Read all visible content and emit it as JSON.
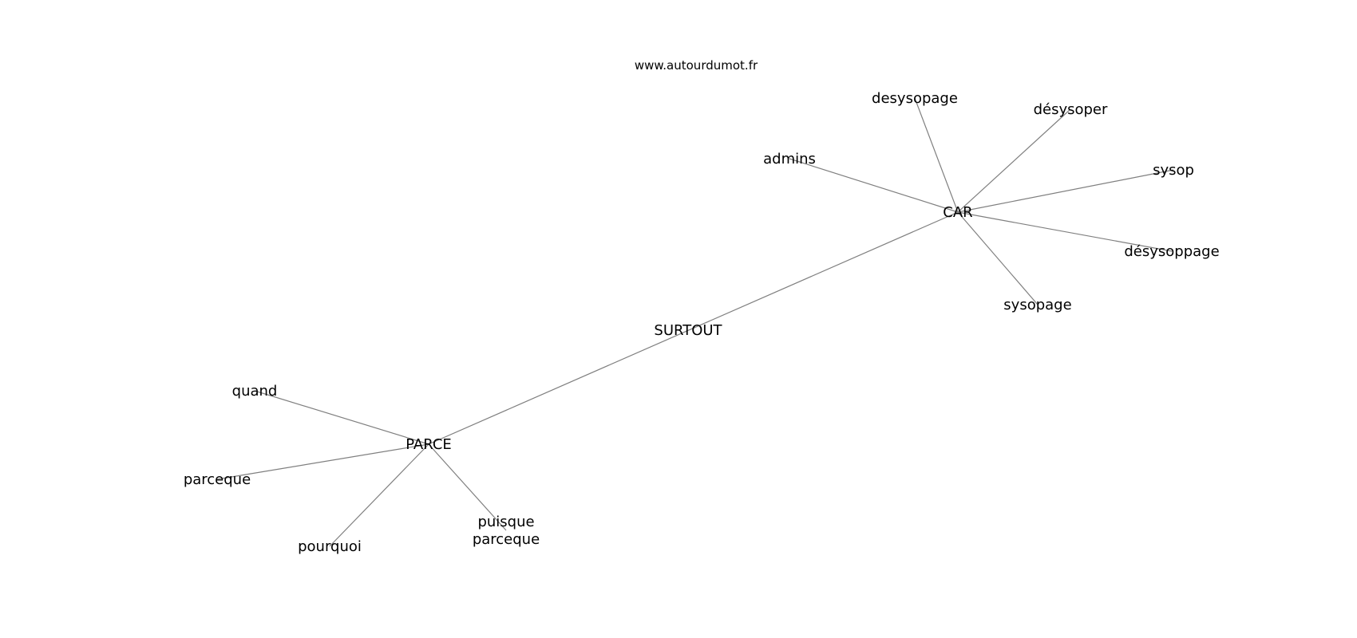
{
  "source_text": "www.autourdumot.fr",
  "nodes": [
    {
      "id": "surtout",
      "lines": [
        "SURTOUT"
      ]
    },
    {
      "id": "car",
      "lines": [
        "CAR"
      ]
    },
    {
      "id": "parce",
      "lines": [
        "PARCE"
      ]
    },
    {
      "id": "desysopage",
      "lines": [
        "desysopage"
      ]
    },
    {
      "id": "desysoper",
      "lines": [
        "désysoper"
      ]
    },
    {
      "id": "admins",
      "lines": [
        "admins"
      ]
    },
    {
      "id": "sysop",
      "lines": [
        "sysop"
      ]
    },
    {
      "id": "desysoppage",
      "lines": [
        "désysoppage"
      ]
    },
    {
      "id": "sysopage",
      "lines": [
        "sysopage"
      ]
    },
    {
      "id": "quand",
      "lines": [
        "quand"
      ]
    },
    {
      "id": "parceque",
      "lines": [
        "parceque"
      ]
    },
    {
      "id": "pourquoi",
      "lines": [
        "pourquoi"
      ]
    },
    {
      "id": "puisque-parceque",
      "lines": [
        "puisque",
        "parceque"
      ]
    }
  ],
  "edges": [
    [
      "car",
      "parce"
    ],
    [
      "car",
      "desysopage"
    ],
    [
      "car",
      "desysoper"
    ],
    [
      "car",
      "admins"
    ],
    [
      "car",
      "sysop"
    ],
    [
      "car",
      "desysoppage"
    ],
    [
      "car",
      "sysopage"
    ],
    [
      "parce",
      "quand"
    ],
    [
      "parce",
      "parceque"
    ],
    [
      "parce",
      "pourquoi"
    ],
    [
      "parce",
      "puisque-parceque"
    ]
  ]
}
